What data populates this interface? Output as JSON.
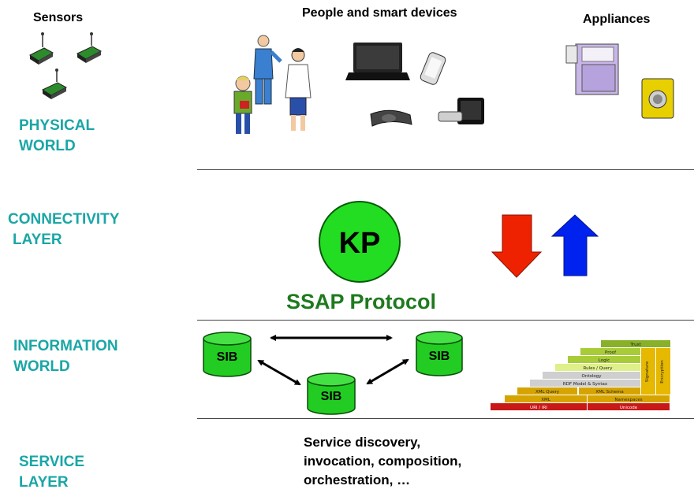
{
  "headers": {
    "sensors": "Sensors",
    "people": "People and smart devices",
    "appliances": "Appliances"
  },
  "layers": {
    "physical": [
      "PHYSICAL",
      "WORLD"
    ],
    "connectivity": [
      "CONNECTIVITY",
      "LAYER"
    ],
    "information": [
      "INFORMATION",
      "WORLD"
    ],
    "service": [
      "SERVICE",
      "LAYER"
    ]
  },
  "kp_label": "KP",
  "protocol_label": "SSAP Protocol",
  "sib_label": "SIB",
  "service_text": [
    "Service discovery,",
    "invocation, composition,",
    "orchestration, …"
  ],
  "stack_labels": {
    "trust": "Trust",
    "proof": "Proof",
    "logic": "Logic",
    "rules": "Rules / Query",
    "ontology": "Ontology",
    "rdf": "RDF Model & Syntax",
    "xmlquery": "XML Query",
    "xmlschema": "XML Schema",
    "xml": "XML",
    "namespaces": "Namespaces",
    "uri": "URI / IRI",
    "unicode": "Unicode",
    "signature": "Signature",
    "encryption": "Encryption"
  },
  "colors": {
    "layer_text": "#1aa6a6",
    "kp_fill": "#22dd22",
    "sib_fill": "#22cc22",
    "protocol_text": "#1f7a1f",
    "arrow_down": "#ee2200",
    "arrow_up": "#0022ee"
  }
}
